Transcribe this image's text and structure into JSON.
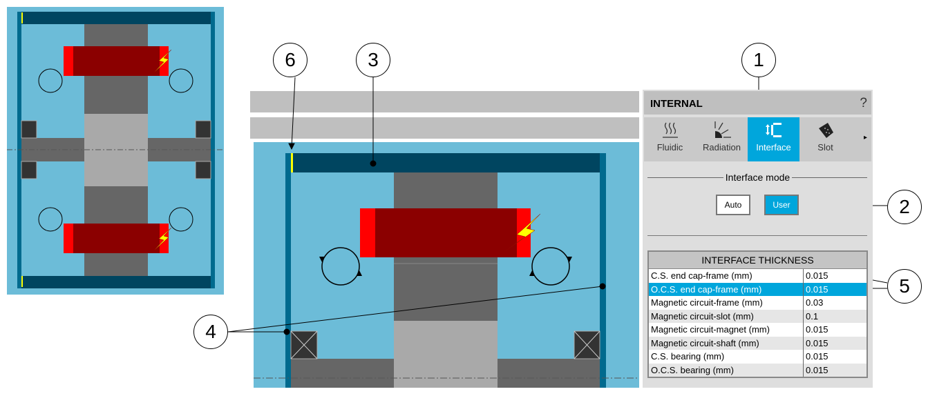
{
  "panel": {
    "title": "INTERNAL",
    "help": "?",
    "tabs": [
      {
        "label": "Fluidic",
        "icon": "heat-waves-icon"
      },
      {
        "label": "Radiation",
        "icon": "radiation-icon"
      },
      {
        "label": "Interface",
        "icon": "interface-icon",
        "active": true
      },
      {
        "label": "Slot",
        "icon": "slot-icon"
      }
    ],
    "more": "▸",
    "interface_mode": {
      "label": "Interface mode",
      "options": [
        "Auto",
        "User"
      ],
      "selected": "User"
    },
    "table": {
      "title": "INTERFACE THICKNESS",
      "rows": [
        {
          "name": "C.S. end cap-frame (mm)",
          "value": "0.015"
        },
        {
          "name": "O.C.S. end cap-frame (mm)",
          "value": "0.015"
        },
        {
          "name": "Magnetic circuit-frame (mm)",
          "value": "0.03"
        },
        {
          "name": "Magnetic circuit-slot (mm)",
          "value": "0.1"
        },
        {
          "name": "Magnetic circuit-magnet (mm)",
          "value": "0.015"
        },
        {
          "name": "Magnetic circuit-shaft (mm)",
          "value": "0.015"
        },
        {
          "name": "C.S. bearing (mm)",
          "value": "0.015"
        },
        {
          "name": "O.C.S. bearing (mm)",
          "value": "0.015"
        }
      ],
      "selected_row": 1
    }
  },
  "callouts": [
    "1",
    "2",
    "3",
    "4",
    "5",
    "6"
  ],
  "colors": {
    "accent": "#00a6dc",
    "background_blue": "#6cbcd8",
    "frame": "#004560",
    "magnet": "#8b0000",
    "magnet_edge": "#ff0000"
  }
}
